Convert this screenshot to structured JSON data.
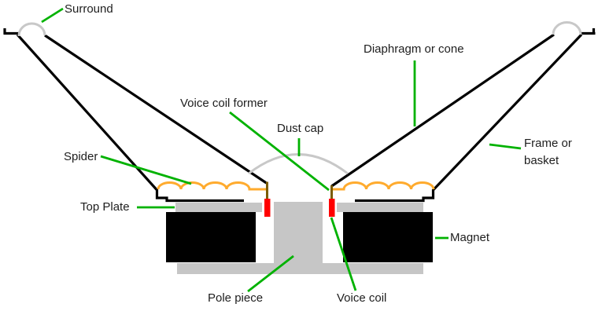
{
  "labels": {
    "surround": "Surround",
    "diaphragm": "Diaphragm or cone",
    "voice_coil_former": "Voice coil former",
    "dust_cap": "Dust cap",
    "spider": "Spider",
    "top_plate": "Top Plate",
    "frame": "Frame or basket",
    "magnet": "Magnet",
    "pole_piece": "Pole piece",
    "voice_coil": "Voice coil"
  },
  "colors": {
    "leader_line": "#00b200",
    "spider": "#ffab2e",
    "voice_coil": "#ff0000",
    "voice_coil_former": "#7b5c00",
    "surround_dustcap": "#c8c8c8",
    "plate_gray": "#c6c6c6",
    "magnet_black": "#000000",
    "outline_black": "#000000",
    "label_text": "#1e1e1e",
    "background": "#ffffff"
  }
}
